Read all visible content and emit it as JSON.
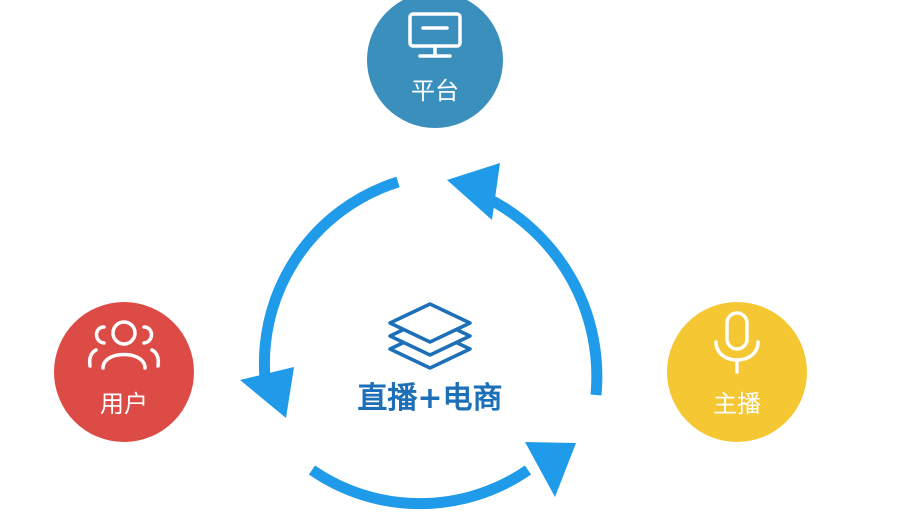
{
  "center": {
    "title": "直播+电商",
    "icon": "stacked-layers-icon"
  },
  "nodes": {
    "platform": {
      "label": "平台",
      "icon": "monitor-icon"
    },
    "user": {
      "label": "用户",
      "icon": "users-group-icon"
    },
    "streamer": {
      "label": "主播",
      "icon": "microphone-icon"
    }
  },
  "colors": {
    "platform": "#3a8fbd",
    "user": "#dd4b46",
    "streamer": "#f5c733",
    "arrow": "#1f9bea",
    "center_text": "#1d6fb8",
    "icon_stroke": "#1d6fb8"
  }
}
